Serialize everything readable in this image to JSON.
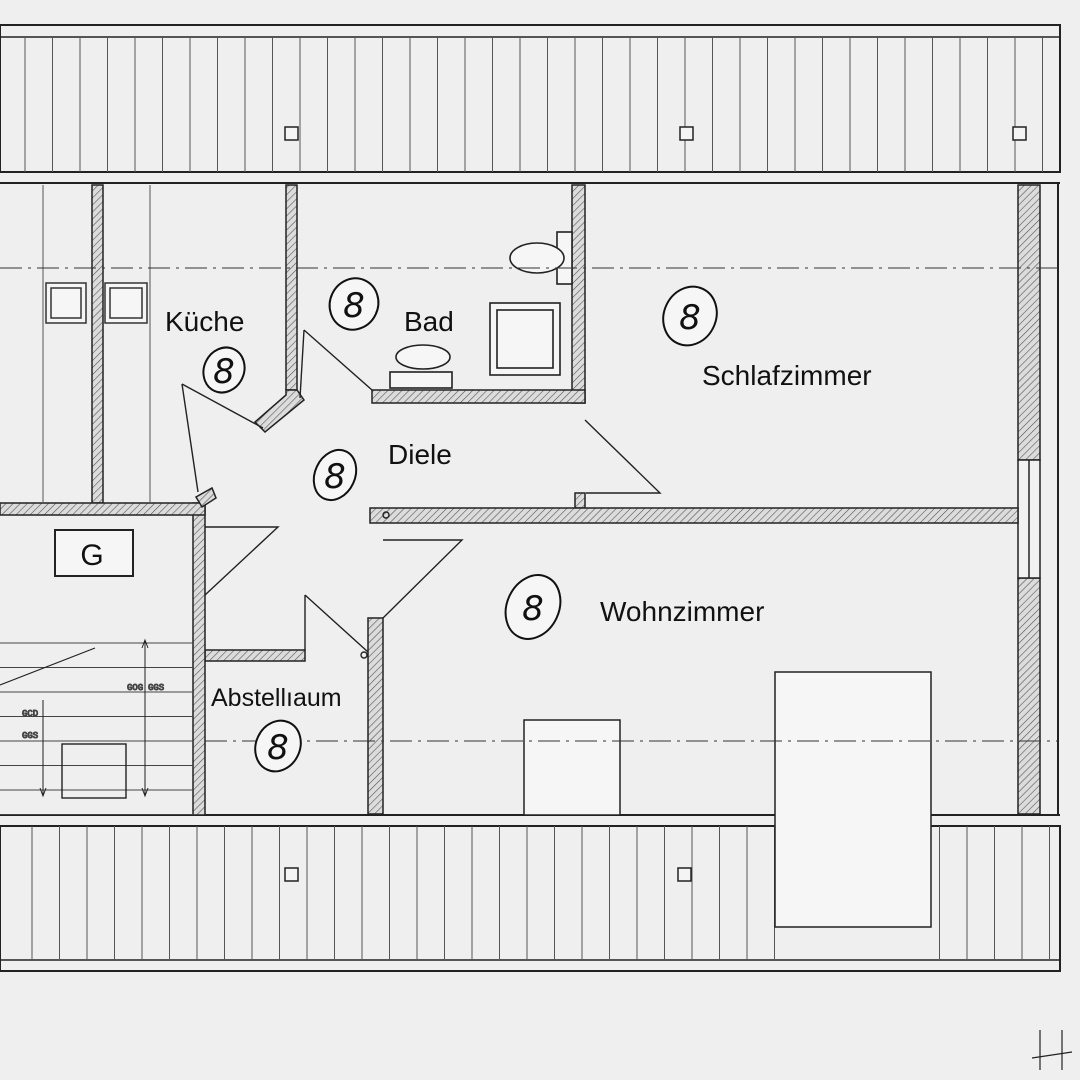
{
  "plan": {
    "rooms": {
      "kitchen": "Küche",
      "bath": "Bad",
      "bedroom": "Schlafzimmer",
      "hall": "Diele",
      "living": "Wohnzimmer",
      "storage": "Abstellıaum"
    },
    "garage_label": "G",
    "badge_glyph": "8",
    "stair_dims": [
      "GOG",
      "GGS",
      "GCD",
      "GGS"
    ],
    "colors": {
      "line": "#222222",
      "paper": "#efefef",
      "wall_fill": "#d9d9d9",
      "ink": "#111111"
    }
  }
}
